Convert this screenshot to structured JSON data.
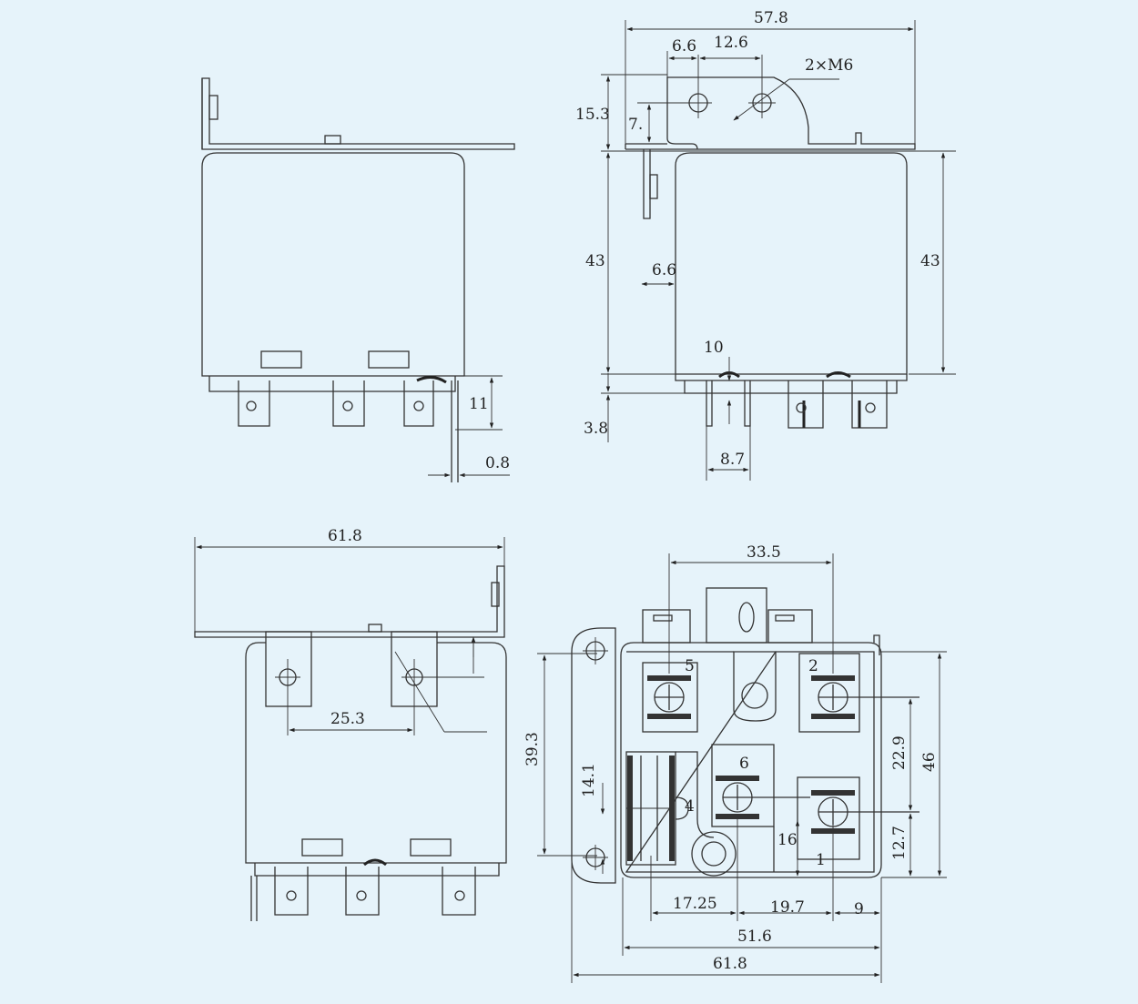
{
  "colors": {
    "background": "#e6f3fa",
    "line": "#333333"
  },
  "views": {
    "side_left": {
      "dims": {
        "height_11": "11",
        "thick_08": "0.8"
      }
    },
    "side_right": {
      "dims": {
        "width_578": "57.8",
        "hole_66": "6.6",
        "hole_126": "12.6",
        "thread_label": "2×M6",
        "bracket_153": "15.3",
        "bracket_7": "7.",
        "body_43_left": "43",
        "body_43_right": "43",
        "offset_66": "6.6",
        "terminal_10": "10",
        "terminal_38": "3.8",
        "terminal_87": "8.7"
      }
    },
    "front": {
      "dims": {
        "width_618": "61.8",
        "spacing_253": "25.3"
      }
    },
    "bottom": {
      "dims": {
        "w_335": "33.5",
        "h_393": "39.3",
        "h_141": "14.1",
        "h_229": "22.9",
        "h_46": "46",
        "h_16": "16",
        "h_127": "12.7",
        "w_1725": "17.25",
        "w_197": "19.7",
        "w_9": "9",
        "w_516": "51.6",
        "w_618": "61.8"
      },
      "terminals": {
        "t5": "5",
        "t2": "2",
        "t6": "6",
        "t4": "4",
        "t1": "1"
      }
    }
  }
}
